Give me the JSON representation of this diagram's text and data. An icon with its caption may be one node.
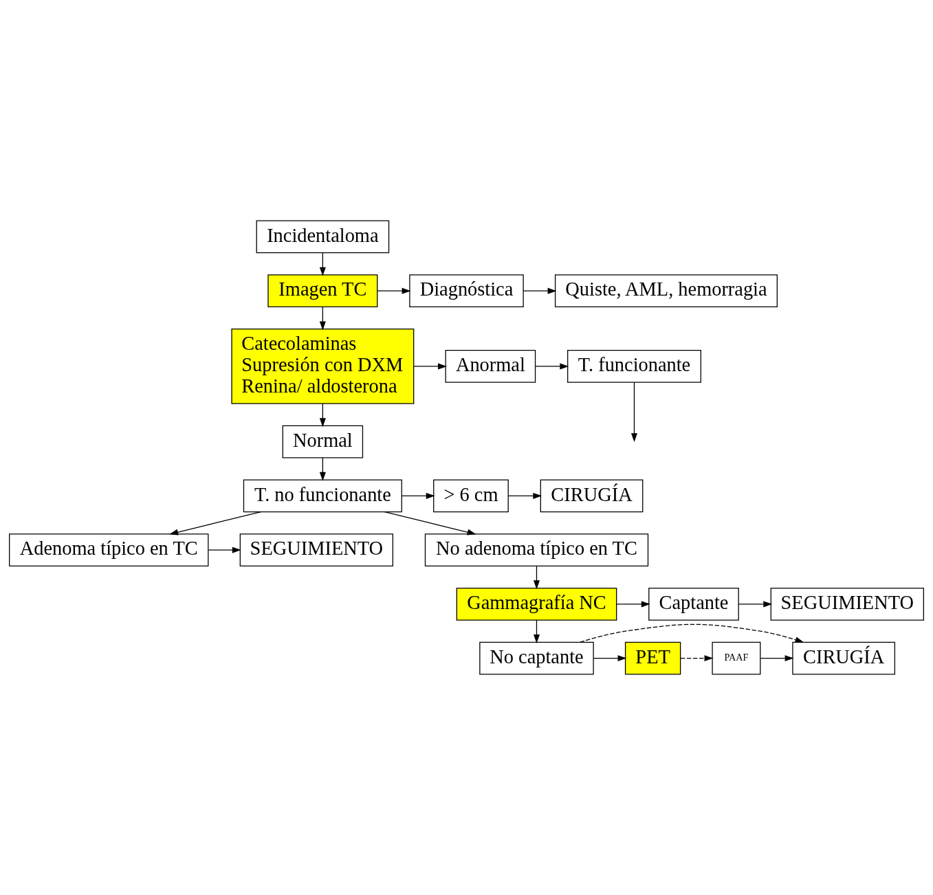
{
  "diagram": {
    "nodes": [
      {
        "text": [
          "Incidentaloma"
        ]
      },
      {
        "text": [
          "Imagen TC"
        ]
      },
      {
        "text": [
          "Diagnóstica"
        ]
      },
      {
        "text": [
          "Quiste, AML, hemorragia"
        ]
      },
      {
        "text": [
          "Catecolaminas",
          "Supresión con DXM",
          "Renina/ aldosterona"
        ]
      },
      {
        "text": [
          "Anormal"
        ]
      },
      {
        "text": [
          "T. funcionante"
        ]
      },
      {
        "text": [
          "Normal"
        ]
      },
      {
        "text": [
          "T. no funcionante"
        ]
      },
      {
        "text": [
          "> 6 cm"
        ]
      },
      {
        "text": [
          "CIRUGÍA"
        ]
      },
      {
        "text": [
          "Adenoma típico en TC"
        ]
      },
      {
        "text": [
          "SEGUIMIENTO"
        ]
      },
      {
        "text": [
          "No adenoma típico en TC"
        ]
      },
      {
        "text": [
          "Gammagrafía NC"
        ]
      },
      {
        "text": [
          "Captante"
        ]
      },
      {
        "text": [
          "SEGUIMIENTO"
        ]
      },
      {
        "text": [
          "No captante"
        ]
      },
      {
        "text": [
          "PET"
        ]
      },
      {
        "text": [
          "PAAF"
        ]
      },
      {
        "text": [
          "CIRUGÍA"
        ]
      }
    ],
    "edges": [
      {
        "from": 0,
        "to": 1,
        "arrow": "to"
      },
      {
        "from": 1,
        "to": 2,
        "arrow": "to"
      },
      {
        "from": 2,
        "to": 3,
        "arrow": "to"
      },
      {
        "from": 1,
        "to": 4,
        "arrow": "to"
      },
      {
        "from": 4,
        "to": 5,
        "arrow": "to"
      },
      {
        "from": 5,
        "to": 6,
        "arrow": "to"
      },
      {
        "from": 6,
        "to": null,
        "arrow": "to"
      },
      {
        "from": 4,
        "to": 7,
        "arrow": "to"
      },
      {
        "from": 7,
        "to": 8,
        "arrow": "to"
      },
      {
        "from": 8,
        "to": 9,
        "arrow": "to"
      },
      {
        "from": 9,
        "to": 10,
        "arrow": "to"
      },
      {
        "from": 8,
        "to": 11,
        "arrow": "to"
      },
      {
        "from": 11,
        "to": 12,
        "arrow": "to"
      },
      {
        "from": 8,
        "to": 13,
        "arrow": "to"
      },
      {
        "from": 13,
        "to": 14,
        "arrow": "to"
      },
      {
        "from": 14,
        "to": 15,
        "arrow": "to"
      },
      {
        "from": 15,
        "to": 16,
        "arrow": "to"
      },
      {
        "from": 14,
        "to": 17,
        "arrow": "to"
      },
      {
        "from": 17,
        "to": 18,
        "arrow": "to"
      },
      {
        "from": 18,
        "to": 19,
        "arrow": "to",
        "style": "dashed"
      },
      {
        "from": 19,
        "to": 20,
        "arrow": "to"
      },
      {
        "from": 17,
        "to": 20,
        "arrow": "to",
        "style": "dashed"
      }
    ]
  }
}
